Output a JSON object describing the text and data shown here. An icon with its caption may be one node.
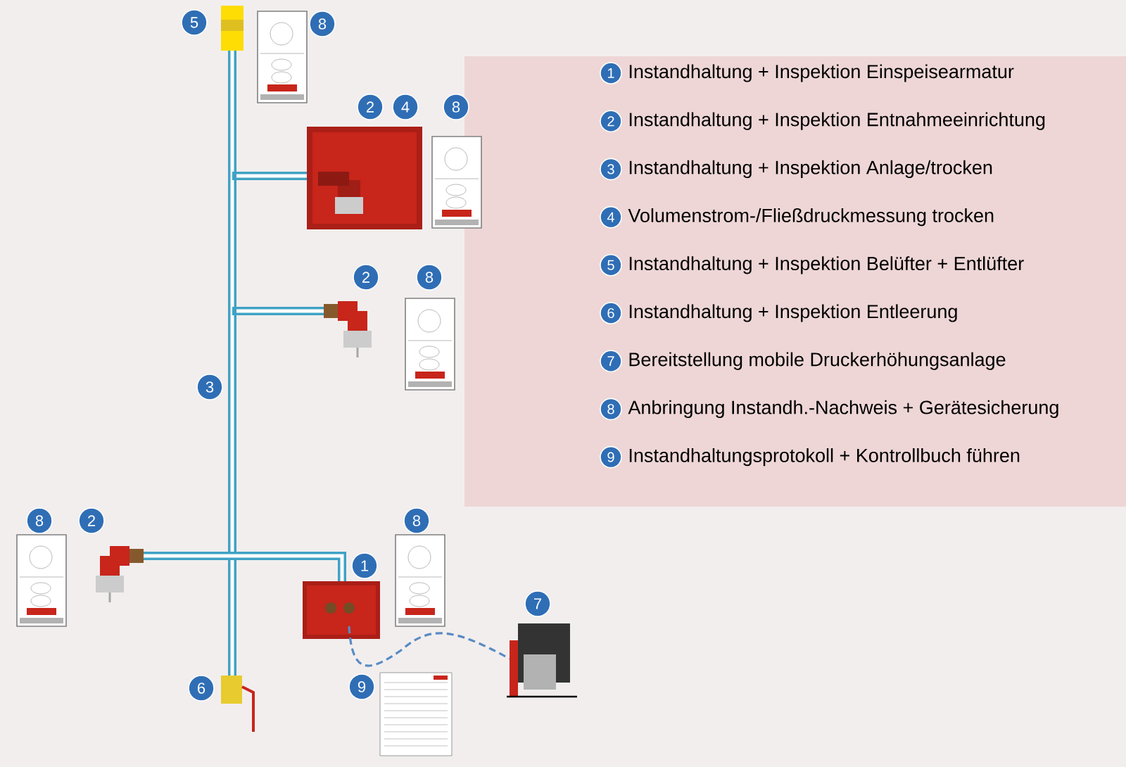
{
  "diagram": {
    "labels": [
      "5",
      "8",
      "2",
      "4",
      "8",
      "2",
      "8",
      "3",
      "8",
      "2",
      "8",
      "1",
      "7",
      "6",
      "9",
      "1",
      "Instandhaltung + Inspektion Einspeisearmatur",
      "2",
      "Instandhaltung + Inspektion Entnahmeeinrichtung",
      "3",
      "Instandhaltung + Inspektion Anlage/trocken",
      "4",
      "Volumenstrom-/Fließdruckmessung trocken",
      "5",
      "Instandhaltung + Inspektion Belüfter + Entlüfter",
      "6",
      "Instandhaltung + Inspektion Entleerung",
      "7",
      "Bereitstellung mobile Druckerhöhungsanlage",
      "8",
      "Anbringung Instandh.-Nachweis + Gerätesicherung",
      "9",
      "Instandhaltungsprotokoll + Kontrollbuch führen"
    ]
  }
}
